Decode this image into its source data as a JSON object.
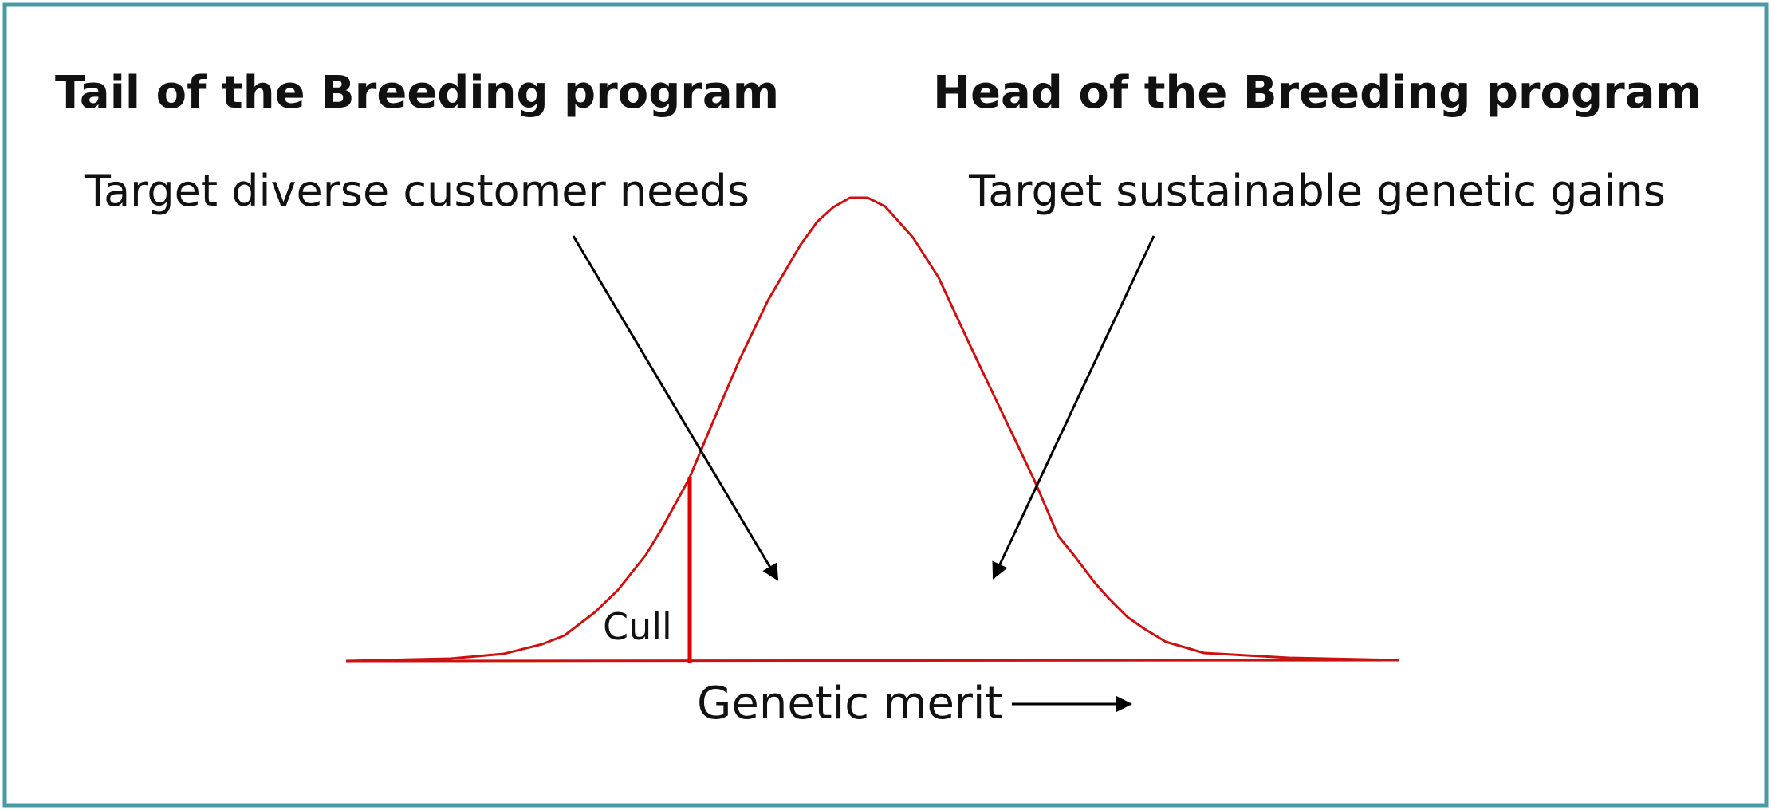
{
  "diagram": {
    "left_heading": "Tail of the Breeding program",
    "right_heading": "Head of the Breeding program",
    "left_subtext": "Target diverse customer needs",
    "right_subtext": "Target sustainable genetic gains",
    "cull_label": "Cull",
    "axis_label": "Genetic merit"
  },
  "colors": {
    "border": "#4a9aa5",
    "curve": "#cc1111",
    "arrow": "#000000",
    "text": "#111111"
  }
}
